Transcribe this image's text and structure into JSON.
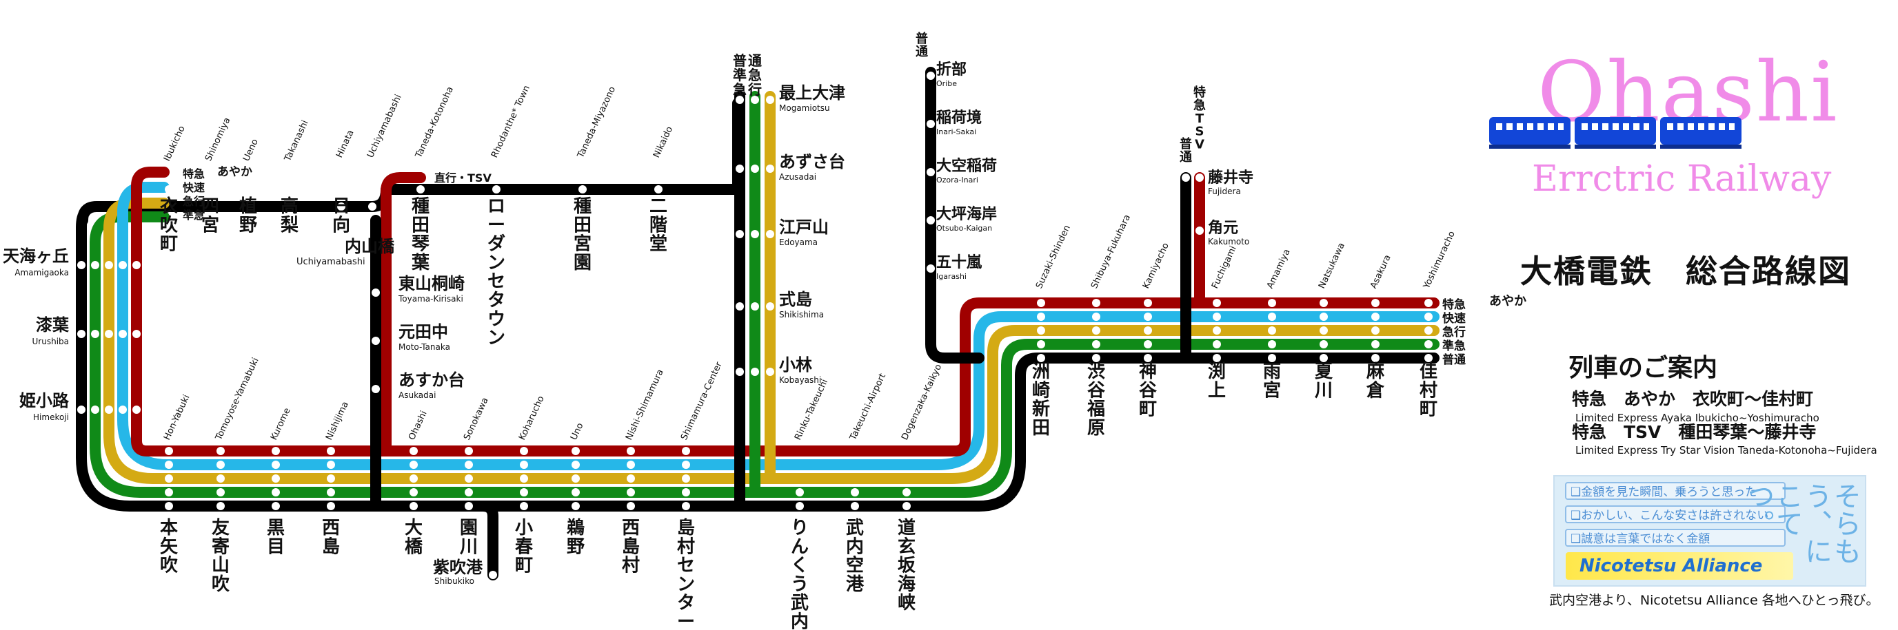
{
  "logo": {
    "title": "Ohashi",
    "subtitle": "Errctric Railway"
  },
  "heading": "大橋電鉄　総合路線図",
  "guide": {
    "title": "列車のご案内",
    "services": [
      {
        "jp": "特急　あやか　衣吹町〜佳村町",
        "en": "Limited Express Ayaka Ibukicho~Yoshimuracho"
      },
      {
        "jp": "特急　TSV　種田琴葉〜藤井寺",
        "en": "Limited Express Try Star Vision Taneda-Kotonoha~Fujidera"
      }
    ]
  },
  "ad": {
    "lines": [
      "❑金額を見た瞬間、乗ろうと思った",
      "❑おかしい、こんな安さは許されない",
      "❑誠意は言葉ではなく金額"
    ],
    "side": "そらもう、にこてつ。",
    "brand": "Nicotetsu Alliance"
  },
  "footer": "武内空港より、Nicotetsu Alliance 各地へひとっ飛び。",
  "colors": {
    "express": "#a00000",
    "rapid": "#26b7e8",
    "semi": "#d4aa14",
    "local_g": "#108a18",
    "local": "#000000"
  },
  "labels": {
    "left_services": [
      "特急",
      "快速",
      "急行",
      "準急"
    ],
    "left_ayaka": "あやか",
    "right_services": [
      "特急",
      "快速",
      "急行",
      "準急",
      "普通"
    ],
    "right_ayaka": "あやか",
    "top_services": [
      "普準急",
      "通急行"
    ],
    "oribe_service": "普通",
    "fuji_services_a": "普通",
    "fuji_services_b": "特急TSV",
    "tsv_note": "直行・TSV"
  },
  "stations": {
    "west": [
      {
        "jp": "天海ヶ丘",
        "en": "Amamigaoka"
      },
      {
        "jp": "漆葉",
        "en": "Urushiba"
      },
      {
        "jp": "姫小路",
        "en": "Himekoji"
      }
    ],
    "upper": [
      {
        "jp": "衣吹町",
        "en": "Ibukicho"
      },
      {
        "jp": "四宮",
        "en": "Shinomiya"
      },
      {
        "jp": "植野",
        "en": "Ueno"
      },
      {
        "jp": "高梨",
        "en": "Takanashi"
      },
      {
        "jp": "日向",
        "en": "Hinata"
      },
      {
        "jp": "内山橋",
        "en": "Uchiyamabashi"
      },
      {
        "jp": "種田琴葉",
        "en": "Taneda-Kotonoha"
      },
      {
        "jp": "ローダンセタウン",
        "en": "Rhodanthe* Town"
      },
      {
        "jp": "種田宮園",
        "en": "Taneda-Miyazono"
      },
      {
        "jp": "二階堂",
        "en": "Nikaido"
      }
    ],
    "branch_mid": [
      {
        "jp": "東山桐崎",
        "en": "Toyama-Kirisaki"
      },
      {
        "jp": "元田中",
        "en": "Moto-Tanaka"
      },
      {
        "jp": "あすか台",
        "en": "Asukadai"
      }
    ],
    "bottom": [
      {
        "jp": "本矢吹",
        "en": "Hon-Yabuki"
      },
      {
        "jp": "友寄山吹",
        "en": "Tomoyose-Yamabuki"
      },
      {
        "jp": "黒目",
        "en": "Kurome"
      },
      {
        "jp": "西島",
        "en": "Nishijima"
      },
      {
        "jp": "大橋",
        "en": "Ohashi"
      },
      {
        "jp": "園川",
        "en": "Sonokawa"
      },
      {
        "jp": "小春町",
        "en": "Koharucho"
      },
      {
        "jp": "鵜野",
        "en": "Uno"
      },
      {
        "jp": "西島村",
        "en": "Nishi-Shimamura"
      },
      {
        "jp": "島村センター",
        "en": "Shimamura-Center"
      },
      {
        "jp": "りんくう武内",
        "en": "Rinku-Takeuchi"
      },
      {
        "jp": "武内空港",
        "en": "Takeuchi-Airport"
      },
      {
        "jp": "道玄坂海峡",
        "en": "Dogenzaka-Kaikyo"
      }
    ],
    "shibukiko": {
      "jp": "紫吹港",
      "en": "Shibukiko"
    },
    "north_branch": [
      {
        "jp": "最上大津",
        "en": "Mogamiotsu"
      },
      {
        "jp": "あずさ台",
        "en": "Azusadai"
      },
      {
        "jp": "江戸山",
        "en": "Edoyama"
      },
      {
        "jp": "式島",
        "en": "Shikishima"
      },
      {
        "jp": "小林",
        "en": "Kobayashi"
      }
    ],
    "oribe_branch": [
      {
        "jp": "折部",
        "en": "Oribe"
      },
      {
        "jp": "稲荷境",
        "en": "Inari-Sakai"
      },
      {
        "jp": "大空稲荷",
        "en": "Ozora-Inari"
      },
      {
        "jp": "大坪海岸",
        "en": "Otsubo-Kaigan"
      },
      {
        "jp": "五十嵐",
        "en": "Igarashi"
      }
    ],
    "fuji_branch": [
      {
        "jp": "藤井寺",
        "en": "Fujidera"
      },
      {
        "jp": "角元",
        "en": "Kakumoto"
      }
    ],
    "east": [
      {
        "jp": "洲崎新田",
        "en": "Suzaki-Shinden"
      },
      {
        "jp": "渋谷福原",
        "en": "Shibuya-Fukuhara"
      },
      {
        "jp": "神谷町",
        "en": "Kamiyacho"
      },
      {
        "jp": "渕上",
        "en": "Fuchigami"
      },
      {
        "jp": "雨宮",
        "en": "Amamiya"
      },
      {
        "jp": "夏川",
        "en": "Natsukawa"
      },
      {
        "jp": "麻倉",
        "en": "Asakura"
      },
      {
        "jp": "佳村町",
        "en": "Yoshimuracho"
      }
    ]
  }
}
